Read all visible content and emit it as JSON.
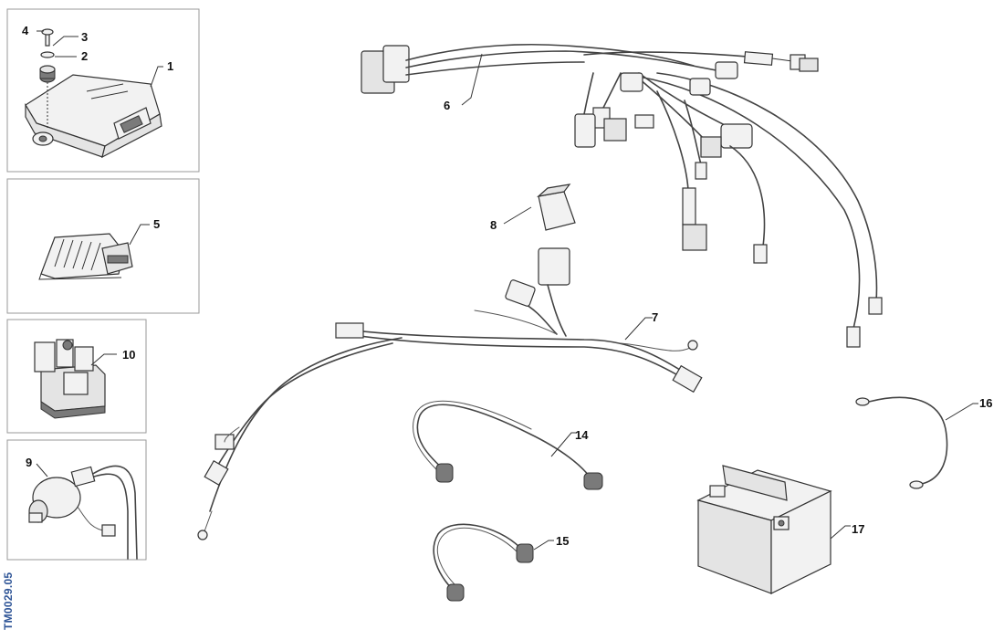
{
  "reference_code": "TM0029.05",
  "callouts": {
    "c1": "1",
    "c2": "2",
    "c3": "3",
    "c4": "4",
    "c5": "5",
    "c6": "6",
    "c7": "7",
    "c8": "8",
    "c9": "9",
    "c10": "10",
    "c14": "14",
    "c15": "15",
    "c16": "16",
    "c17": "17"
  },
  "colors": {
    "reference_code": "#2f5597",
    "lines": "#333333",
    "panel_border": "#9a9a9a"
  }
}
